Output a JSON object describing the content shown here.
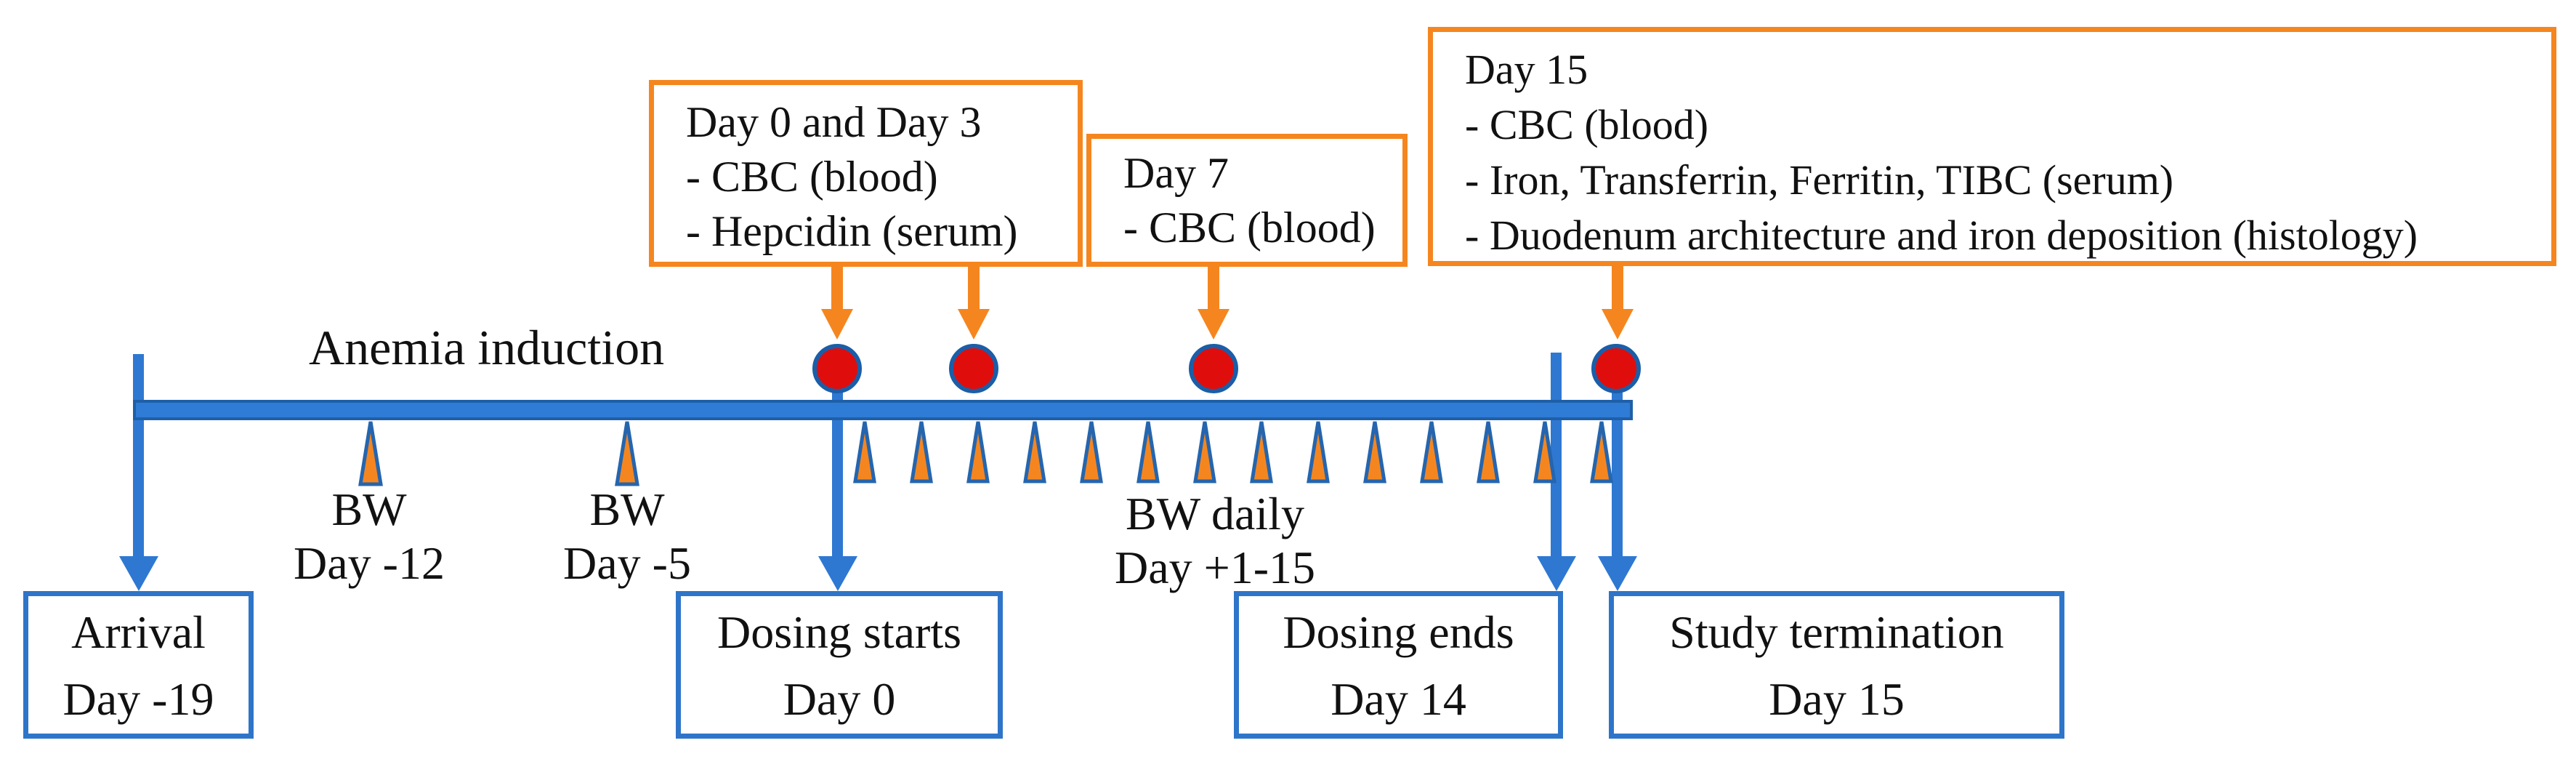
{
  "figure_type": "study timeline diagram",
  "callouts": [
    {
      "id": "day0-3",
      "lines": [
        "Day 0 and Day 3",
        "- CBC (blood)",
        "- Hepcidin (serum)"
      ]
    },
    {
      "id": "day7",
      "lines": [
        "Day 7",
        "- CBC (blood)"
      ]
    },
    {
      "id": "day15",
      "lines": [
        "Day 15",
        "- CBC (blood)",
        "- Iron, Transferrin, Ferritin, TIBC (serum)",
        "- Duodenum architecture and iron deposition (histology)"
      ]
    }
  ],
  "timeline": {
    "phase_label": "Anemia induction",
    "sample_point_days": [
      "Day 0",
      "Day 3",
      "Day 7",
      "Day 15"
    ],
    "daily_bw_tick_count": 14,
    "bw_labels": [
      {
        "line1": "BW",
        "line2": "Day -12"
      },
      {
        "line1": "BW",
        "line2": "Day -5"
      },
      {
        "line1": "BW daily",
        "line2": "Day +1-15"
      }
    ]
  },
  "milestones": [
    {
      "line1": "Arrival",
      "line2": "Day -19"
    },
    {
      "line1": "Dosing starts",
      "line2": "Day 0"
    },
    {
      "line1": "Dosing ends",
      "line2": "Day 14"
    },
    {
      "line1": "Study termination",
      "line2": "Day 15"
    }
  ],
  "colors": {
    "orange": "#F5861F",
    "blue": "#2E78D2",
    "bar_blue": "#2F7CD6",
    "bar_border_blue": "#1F5FA8",
    "dark_blue_outline": "#2565AE",
    "box_border_blue": "#2E75C9",
    "red": "#E00D0D",
    "text": "#111111"
  }
}
